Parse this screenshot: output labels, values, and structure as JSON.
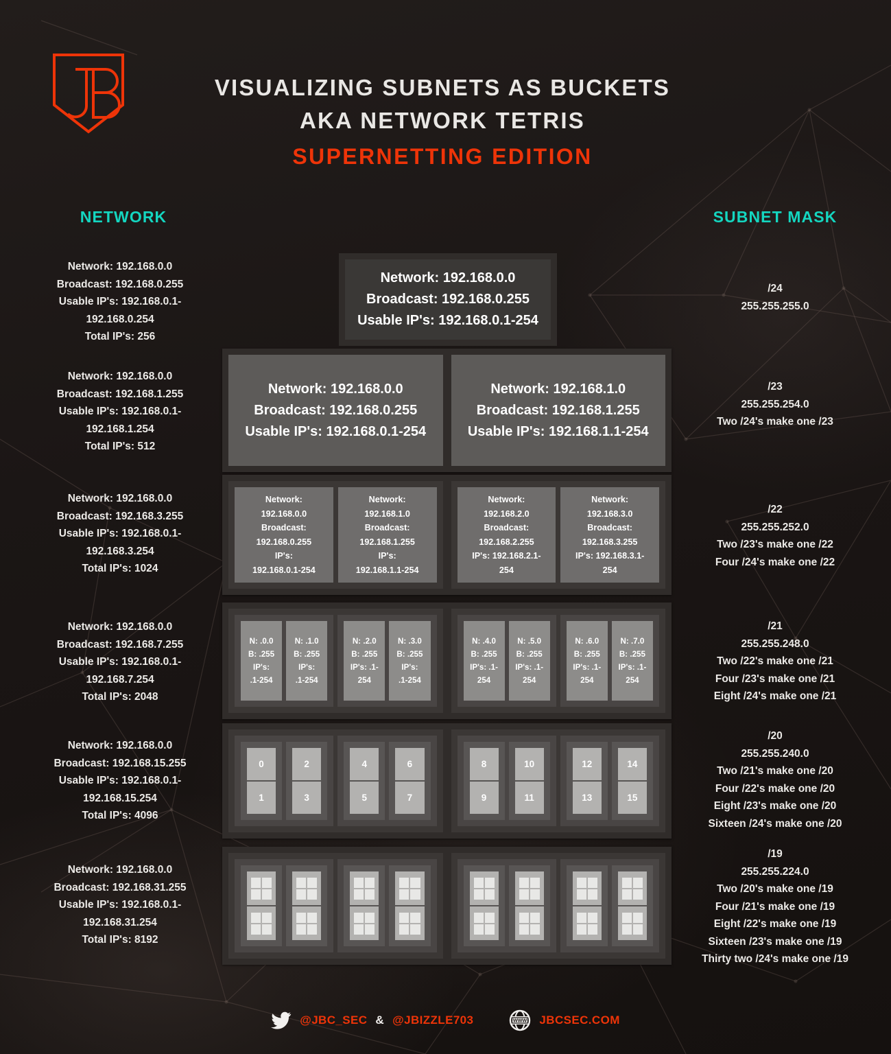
{
  "header": {
    "title_line1": "VISUALIZING SUBNETS AS BUCKETS",
    "title_line2": "AKA NETWORK TETRIS",
    "title_line3": "SUPERNETTING EDITION",
    "logo_name": "jbc-shield-logo"
  },
  "columns": {
    "left_heading": "NETWORK",
    "right_heading": "SUBNET MASK"
  },
  "colors": {
    "accent_orange": "#ee3408",
    "accent_teal": "#14d6c0",
    "text_white": "#eceae7",
    "background": "#171311"
  },
  "rows": [
    {
      "cidr": "/24",
      "network_info": [
        "Network: 192.168.0.0",
        "Broadcast: 192.168.0.255",
        "Usable IP's: 192.168.0.1-",
        "192.168.0.254",
        "Total IP's: 256"
      ],
      "mask_info": [
        "/24",
        "255.255.255.0"
      ],
      "buckets": [
        {
          "network": "Network: 192.168.0.0",
          "broadcast": "Broadcast: 192.168.0.255",
          "usable": "Usable IP's: 192.168.0.1-254"
        }
      ]
    },
    {
      "cidr": "/23",
      "network_info": [
        "Network: 192.168.0.0",
        "Broadcast: 192.168.1.255",
        "Usable IP's: 192.168.0.1-",
        "192.168.1.254",
        "Total IP's: 512"
      ],
      "mask_info": [
        "/23",
        "255.255.254.0",
        "Two /24's make one /23"
      ],
      "buckets": [
        {
          "network": "Network: 192.168.0.0",
          "broadcast": "Broadcast: 192.168.0.255",
          "usable": "Usable IP's: 192.168.0.1-254"
        },
        {
          "network": "Network: 192.168.1.0",
          "broadcast": "Broadcast: 192.168.1.255",
          "usable": "Usable IP's: 192.168.1.1-254"
        }
      ]
    },
    {
      "cidr": "/22",
      "network_info": [
        "Network: 192.168.0.0",
        "Broadcast: 192.168.3.255",
        "Usable IP's: 192.168.0.1-",
        "192.168.3.254",
        "Total IP's: 1024"
      ],
      "mask_info": [
        "/22",
        "255.255.252.0",
        "Two /23's make one /22",
        "Four /24's make one /22"
      ],
      "buckets": [
        {
          "l1": "Network:",
          "l2": "192.168.0.0",
          "l3": "Broadcast:",
          "l4": "192.168.0.255",
          "l5": "IP's:",
          "l6": "192.168.0.1-254"
        },
        {
          "l1": "Network:",
          "l2": "192.168.1.0",
          "l3": "Broadcast:",
          "l4": "192.168.1.255",
          "l5": "IP's:",
          "l6": "192.168.1.1-254"
        },
        {
          "l1": "Network:",
          "l2": "192.168.2.0",
          "l3": "Broadcast:",
          "l4": "192.168.2.255",
          "l5": "IP's: 192.168.2.1-",
          "l6": "254"
        },
        {
          "l1": "Network:",
          "l2": "192.168.3.0",
          "l3": "Broadcast:",
          "l4": "192.168.3.255",
          "l5": "IP's: 192.168.3.1-",
          "l6": "254"
        }
      ]
    },
    {
      "cidr": "/21",
      "network_info": [
        "Network: 192.168.0.0",
        "Broadcast: 192.168.7.255",
        "Usable IP's: 192.168.0.1-",
        "192.168.7.254",
        "Total IP's: 2048"
      ],
      "mask_info": [
        "/21",
        "255.255.248.0",
        "Two /22's make one /21",
        "Four /23's make one /21",
        "Eight /24's make one /21"
      ],
      "buckets": [
        {
          "n": "N: .0.0",
          "b": "B: .255",
          "i1": "IP's:",
          "i2": ".1-254"
        },
        {
          "n": "N: .1.0",
          "b": "B: .255",
          "i1": "IP's:",
          "i2": ".1-254"
        },
        {
          "n": "N: .2.0",
          "b": "B: .255",
          "i1": "IP's: .1-",
          "i2": "254"
        },
        {
          "n": "N: .3.0",
          "b": "B: .255",
          "i1": "IP's:",
          "i2": ".1-254"
        },
        {
          "n": "N: .4.0",
          "b": "B: .255",
          "i1": "IP's:  .1-",
          "i2": "254"
        },
        {
          "n": "N: .5.0",
          "b": "B: .255",
          "i1": "IP's: .1-",
          "i2": "254"
        },
        {
          "n": "N: .6.0",
          "b": "B: .255",
          "i1": "IP's: .1-",
          "i2": "254"
        },
        {
          "n": "N: .7.0",
          "b": "B: .255",
          "i1": "IP's:  .1-",
          "i2": "254"
        }
      ]
    },
    {
      "cidr": "/20",
      "network_info": [
        "Network: 192.168.0.0",
        "Broadcast: 192.168.15.255",
        "Usable IP's: 192.168.0.1-",
        "192.168.15.254",
        "Total IP's: 4096"
      ],
      "mask_info": [
        "/20",
        "255.255.240.0",
        "Two /21's make one /20",
        "Four /22's make one /20",
        "Eight /23's make one /20",
        "Sixteen /24's make one /20"
      ],
      "cell_labels": [
        "0",
        "1",
        "2",
        "3",
        "4",
        "5",
        "6",
        "7",
        "8",
        "9",
        "10",
        "11",
        "12",
        "13",
        "14",
        "15"
      ]
    },
    {
      "cidr": "/19",
      "network_info": [
        "Network: 192.168.0.0",
        "Broadcast: 192.168.31.255",
        "Usable IP's: 192.168.0.1-",
        "192.168.31.254",
        "Total IP's: 8192"
      ],
      "mask_info": [
        "/19",
        "255.255.224.0",
        "Two /20's make one /19",
        "Four /21's make one /19",
        "Eight /22's make one /19",
        "Sixteen /23's make one /19",
        "Thirty two /24's make one /19"
      ],
      "cell_count": 32
    }
  ],
  "footer": {
    "twitter_icon": "twitter-bird-icon",
    "handle_1": "@JBC_SEC",
    "ampersand": "&",
    "handle_2": "@JBIZZLE703",
    "globe_icon": "globe-www-icon",
    "website": "JBCSEC.COM"
  }
}
